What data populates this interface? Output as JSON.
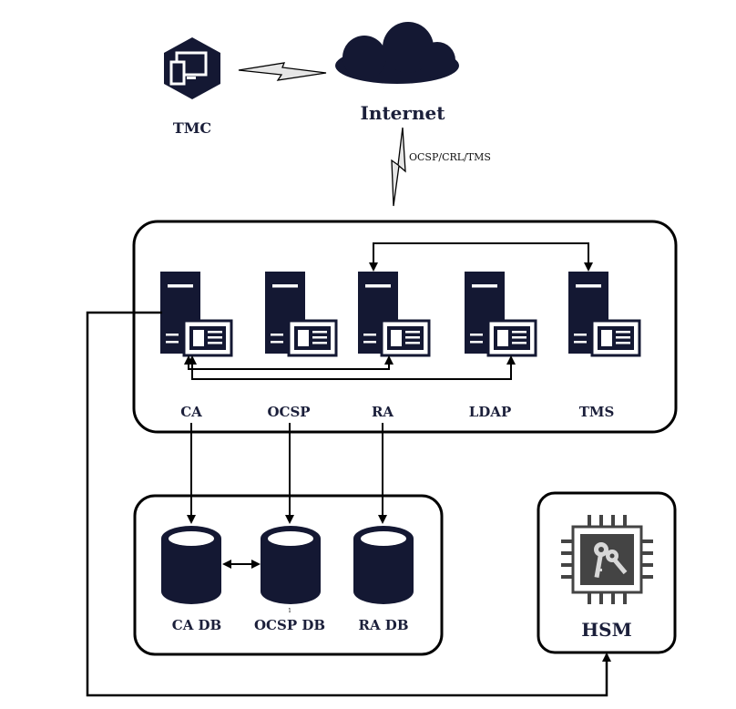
{
  "colors": {
    "dark_navy": "#141833",
    "line": "#000000",
    "bolt_fill": "#e6e6e6",
    "hsm_chip": "#444444"
  },
  "nodes": {
    "tmc": {
      "label": "TMC",
      "icon": "devices-hexagon-icon"
    },
    "internet": {
      "label": "Internet",
      "icon": "cloud-icon"
    },
    "ca": {
      "label": "CA",
      "icon": "server-icon"
    },
    "ocsp": {
      "label": "OCSP",
      "icon": "server-icon"
    },
    "ra": {
      "label": "RA",
      "icon": "server-icon"
    },
    "ldap": {
      "label": "LDAP",
      "icon": "server-icon"
    },
    "tms": {
      "label": "TMS",
      "icon": "server-icon"
    },
    "ca_db": {
      "label": "CA DB",
      "icon": "database-icon"
    },
    "ocsp_db": {
      "label": "OCSP DB",
      "icon": "database-icon"
    },
    "ra_db": {
      "label": "RA DB",
      "icon": "database-icon"
    },
    "hsm": {
      "label": "HSM",
      "icon": "key-chip-icon"
    }
  },
  "links": {
    "internet_link_label": "OCSP/CRL/TMS",
    "ocsp_db_marker": "1"
  },
  "edges": [
    {
      "from": "TMC",
      "to": "Internet",
      "style": "lightning"
    },
    {
      "from": "Internet",
      "to": "Server group",
      "style": "lightning"
    },
    {
      "from": "RA",
      "to": "TMS",
      "style": "bidirectional"
    },
    {
      "from": "CA",
      "to": "RA",
      "style": "bidirectional"
    },
    {
      "from": "CA",
      "to": "LDAP",
      "style": "bidirectional"
    },
    {
      "from": "CA",
      "to": "CA DB",
      "style": "arrow"
    },
    {
      "from": "OCSP",
      "to": "OCSP DB",
      "style": "arrow"
    },
    {
      "from": "RA",
      "to": "RA DB",
      "style": "arrow"
    },
    {
      "from": "CA DB",
      "to": "OCSP DB",
      "style": "bidirectional"
    },
    {
      "from": "CA",
      "to": "HSM",
      "style": "arrow"
    }
  ]
}
